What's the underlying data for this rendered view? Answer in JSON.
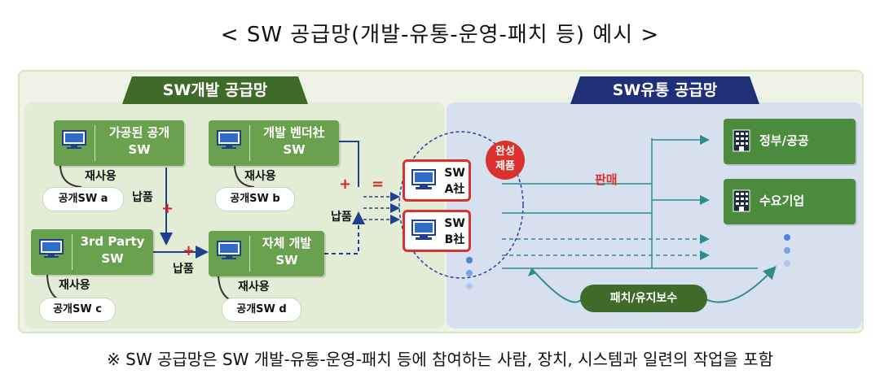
{
  "title": "< SW 공급망(개발-유통-운영-패치 등) 예시 >",
  "dev_tab": "SW개발 공급망",
  "dist_tab": "SW유통 공급망",
  "nodes": {
    "processed_open": "가공된 공개\nSW",
    "dev_vendor": "개발 벤더社\nSW",
    "third_party": "3rd Party\nSW",
    "in_house": "자체 개발\nSW"
  },
  "pills": {
    "a": "공개SW a",
    "b": "공개SW b",
    "c": "공개SW c",
    "d": "공개SW d"
  },
  "reuse": "재사용",
  "delivery": "납품",
  "plus": "+",
  "equals": "=",
  "products": {
    "a": "SW\nA社",
    "b": "SW\nB社"
  },
  "badge": "완성\n제품",
  "sale": "판매",
  "destinations": {
    "gov": "정부/공공",
    "enterprise": "수요기업"
  },
  "patch": "패치/유지보수",
  "footnote": "※ SW 공급망은 SW 개발-유통-운영-패치 등에 참여하는 사람, 장치, 시스템과 일련의 작업을 포함",
  "icons": [
    "monitor-icon",
    "building-icon"
  ],
  "colors": {
    "dev_green": "#3f6b2a",
    "node_green": "#6aa14f",
    "dist_navy": "#1f2f7a",
    "accent_red": "#d9322e",
    "arrow_teal": "#2e8b8b"
  }
}
